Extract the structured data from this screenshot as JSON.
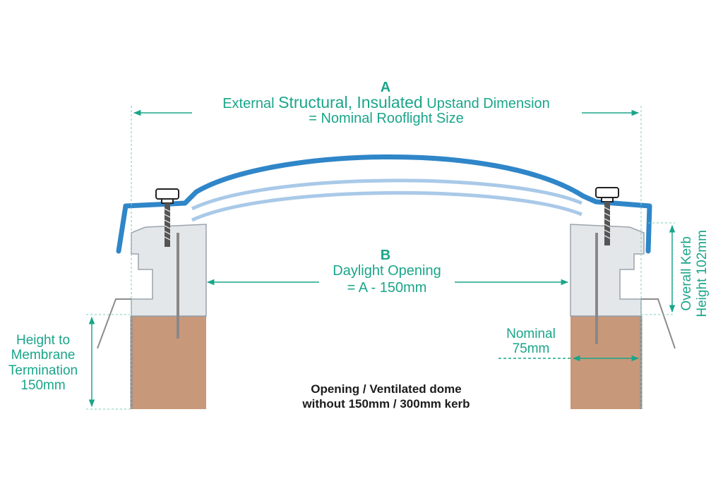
{
  "colors": {
    "accent": "#1aa58a",
    "dome": "#2f86c8",
    "dome_inner": "#a9c9e8",
    "kerb": "#e4e7ea",
    "timber": "#c8987a",
    "caption": "#1c1c1c"
  },
  "dimension_a": {
    "letter": "A",
    "line1_part1": "External ",
    "line1_part2": "Structural, Insulated",
    "line1_part3": " Upstand Dimension",
    "line2": "= Nominal Rooflight Size"
  },
  "dimension_b": {
    "letter": "B",
    "line1": "Daylight Opening",
    "line2": "= A - 150mm"
  },
  "kerb_height": {
    "line1": "Overall Kerb",
    "line2": "Height 102mm"
  },
  "membrane": {
    "line1": "Height to",
    "line2": "Membrane",
    "line3": "Termination",
    "line4": "150mm"
  },
  "nominal": {
    "line1": "Nominal",
    "line2": "75mm"
  },
  "caption": {
    "line1": "Opening / Ventilated dome",
    "line2": "without 150mm / 300mm kerb"
  }
}
